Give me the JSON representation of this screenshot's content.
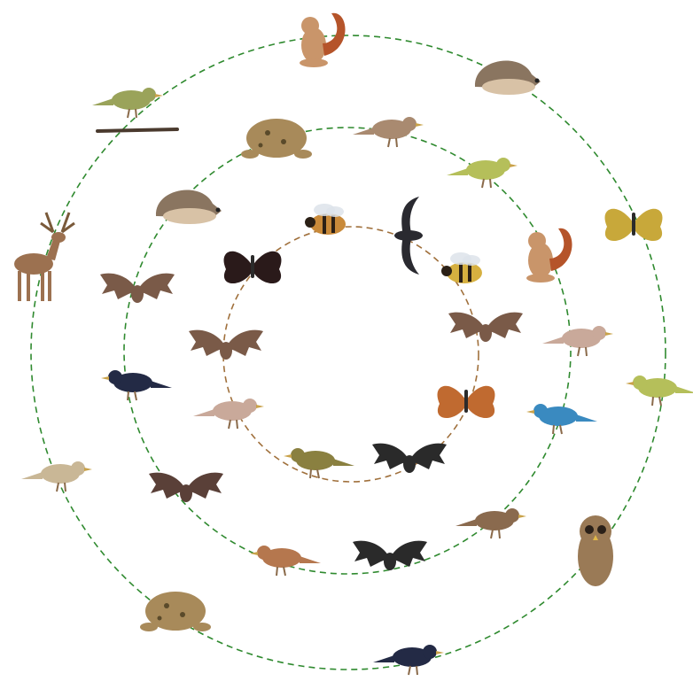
{
  "colors": {
    "outer_ring": "#2f8a2f",
    "middle_ring": "#2f8a2f",
    "inner_ring": "#a0703c",
    "background": "#ffffff"
  },
  "rings": [
    {
      "name": "outer-ring",
      "animals": [
        "squirrel",
        "hedgehog",
        "butterfly",
        "woodpecker",
        "owl",
        "house-martin",
        "toad",
        "crested-tit",
        "deer",
        "goldcrest"
      ]
    },
    {
      "name": "middle-ring",
      "animals": [
        "toad",
        "sparrow",
        "woodpecker",
        "squirrel",
        "long-tailed-tit",
        "kingfisher",
        "nightingale",
        "bat",
        "nightingale",
        "bat",
        "house-martin",
        "bat",
        "hedgehog"
      ]
    },
    {
      "name": "inner-ring",
      "animals": [
        "butterfly",
        "bee",
        "swift",
        "wasp",
        "bat",
        "comma-butterfly",
        "bat",
        "pipit",
        "long-tailed-tit",
        "bat"
      ]
    }
  ]
}
